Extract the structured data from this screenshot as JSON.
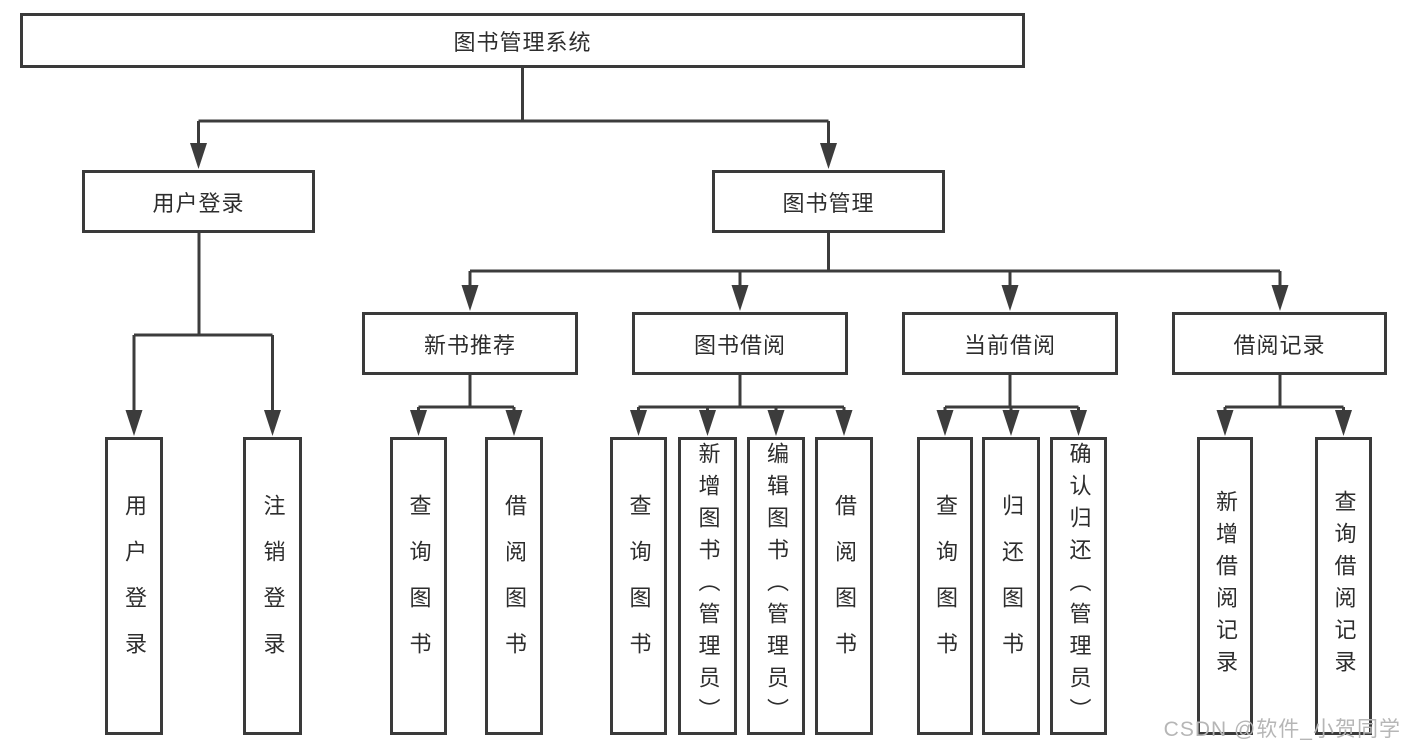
{
  "watermark": "CSDN @软件_小贺同学",
  "nodes": {
    "root": "图书管理系统",
    "user_login": "用户登录",
    "book_mgmt": "图书管理",
    "new_books": "新书推荐",
    "book_borrow": "图书借阅",
    "current_borrow": "当前借阅",
    "borrow_records": "借阅记录",
    "leaves": {
      "login": "用户登录",
      "logout": "注销登录",
      "nb_query": "查询图书",
      "nb_borrow": "借阅图书",
      "bb_query": "查询图书",
      "bb_add": "新增图书（管理员）",
      "bb_edit": "编辑图书（管理员）",
      "bb_borrow": "借阅图书",
      "cb_query": "查询图书",
      "cb_return": "归还图书",
      "cb_confirm": "确认归还（管理员）",
      "br_add": "新增借阅记录",
      "br_query": "查询借阅记录"
    }
  }
}
